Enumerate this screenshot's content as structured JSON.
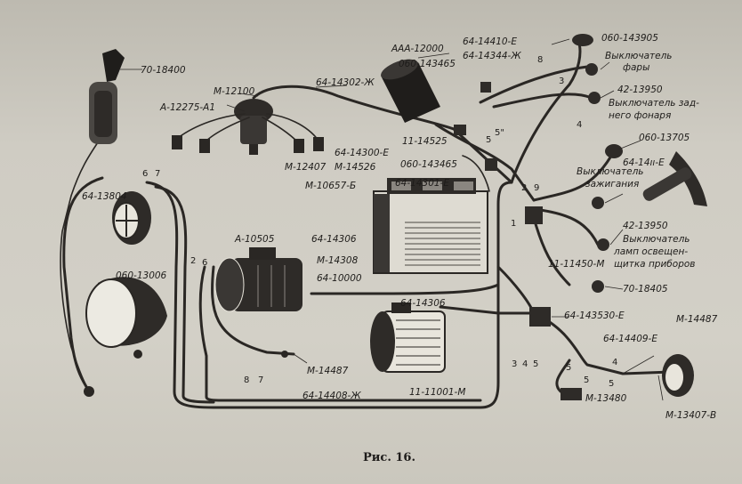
{
  "caption": "Рис. 16.",
  "labels": {
    "l70_18400": "70-18400",
    "lM12100": "M-12100",
    "lA12275": "A-12275-A1",
    "l64_14302": "64-14302-Ж",
    "lAAA12000": "AAA-12000",
    "l060_143465a": "060-143465",
    "l64_14410": "64-14410-E",
    "l64_14344": "64-14344-Ж",
    "l060_143905": "060-143905",
    "lFary1": "Выключатель",
    "lFary2": "фары",
    "l42_13950a": "42-13950",
    "lZad1": "Выключатель зад-",
    "lZad2": "него фонаря",
    "l11_14525": "11-14525",
    "lM12407": "M-12407",
    "l64_14300": "64-14300-E",
    "lM14526": "M-14526",
    "l060_143465b": "060-143465",
    "l060_13705": "060-13705",
    "l64_14401": "64-14ıı-E",
    "lZaj1": "Выключатель",
    "lZaj2": "зажигания",
    "l64_14301": "64-14301-E",
    "lM10657": "M-10657-Б",
    "l64_13804": "64-13804",
    "l42_13950b": "42-13950",
    "lLamp1": "Выключатель",
    "lLamp2": "ламп освещен-",
    "lLamp3": "щитка приборов",
    "lA10505": "A-10505",
    "l64_14306a": "64-14306",
    "lM14308": "M-14308",
    "l64_10000": "64-10000",
    "l11_11450": "11-11450-M",
    "l060_13006": "060-13006",
    "l70_18405": "70-18405",
    "l64_14306b": "64-14306",
    "l64_143530": "64-143530-E",
    "lM14487a": "M-14487",
    "l64_14409": "64-14409-E",
    "lM14487b": "M-14487",
    "l11_11001": "11-11001-M",
    "l64_14408": "64-14408-Ж",
    "lM13480": "M-13480",
    "lM13407": "M-13407-B"
  },
  "numbers": {
    "n6": "6",
    "n7": "7",
    "n2": "2",
    "n6b": "6",
    "n8": "8",
    "n3": "3",
    "n4": "4",
    "n5": "5",
    "n5p": "5\"",
    "n1": "1",
    "n2b": "2",
    "n9": "9",
    "n8b": "8",
    "n7b": "7",
    "n3b": "3",
    "n4b": "4",
    "n5b": "5",
    "n5c": "5",
    "n5d": "5",
    "n4c": "4",
    "n5e": "5"
  }
}
